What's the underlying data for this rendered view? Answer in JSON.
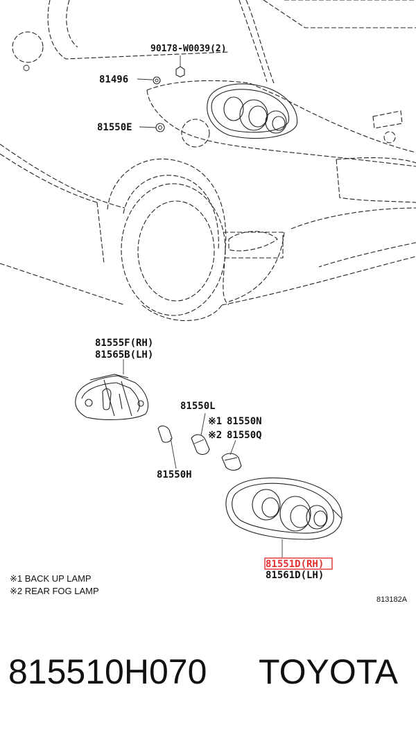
{
  "labels": {
    "bolt_90178": "90178-W0039(2)",
    "screw_81496": "81496",
    "nut_81550e": "81550E",
    "housing_rh": "81555F(RH)",
    "housing_lh": "81565B(LH)",
    "bulb_81550l": "81550L",
    "bulb_81550n": "81550N",
    "bulb_81550q": "81550Q",
    "bulb_81550h": "81550H",
    "lamp_rh": "81551D(RH)",
    "lamp_lh": "81561D(LH)",
    "mark_1": "※1",
    "mark_2": "※2"
  },
  "notes": {
    "note1": "※1 BACK UP LAMP",
    "note2": "※2 REAR FOG LAMP"
  },
  "figure_ref": "813182A",
  "footer": {
    "part_number": "815510H070",
    "brand": "TOYOTA"
  },
  "highlight_color": "#e03030"
}
